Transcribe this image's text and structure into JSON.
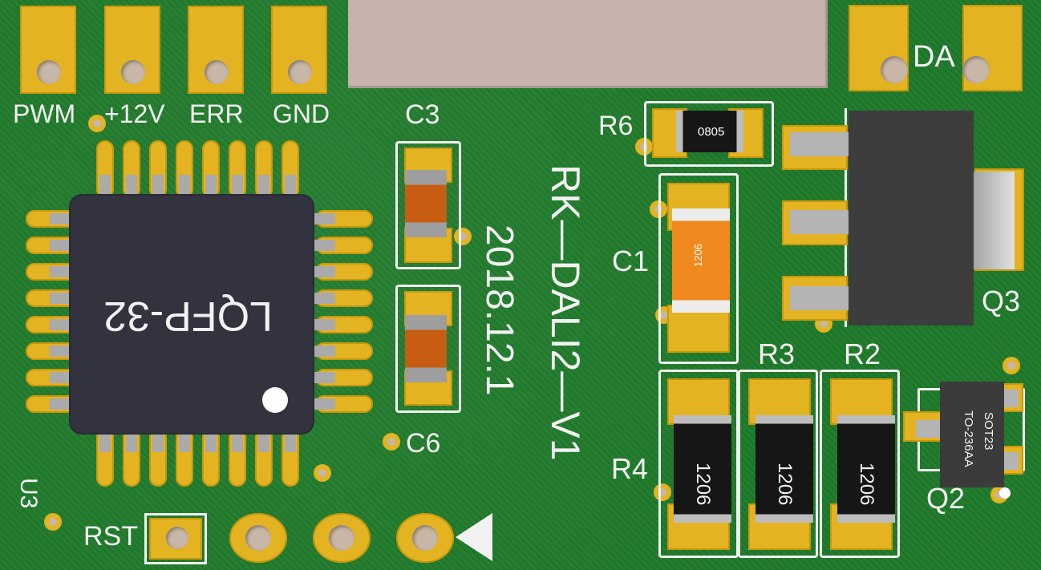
{
  "connector": {
    "labels": [
      "PWM",
      "+12V",
      "ERR",
      "GND"
    ]
  },
  "da_label": "DA",
  "ic": {
    "ref": "U3",
    "package": "LQFP-32"
  },
  "board": {
    "name": "RK—DALI2—V1",
    "date": "2018.12.1"
  },
  "components": {
    "c3": "C3",
    "c6": "C6",
    "c1": "C1",
    "c1_size": "1206",
    "r6": "R6",
    "r6_size": "0805",
    "r3": "R3",
    "r2": "R2",
    "r4": "R4",
    "r4_size": "1206",
    "r3_size": "1206",
    "r2_size": "1206",
    "q3": "Q3",
    "q2": "Q2",
    "q2_pkg1": "SOT23",
    "q2_pkg2": "TO-236AA"
  },
  "rst_label": "RST",
  "colors": {
    "board": "#207b2b",
    "pad": "#e3b321",
    "silkscreen": "#f2f2f2",
    "ic_body": "#33333f",
    "cap_body": "#c65d12",
    "c1_body": "#f08a1e"
  }
}
